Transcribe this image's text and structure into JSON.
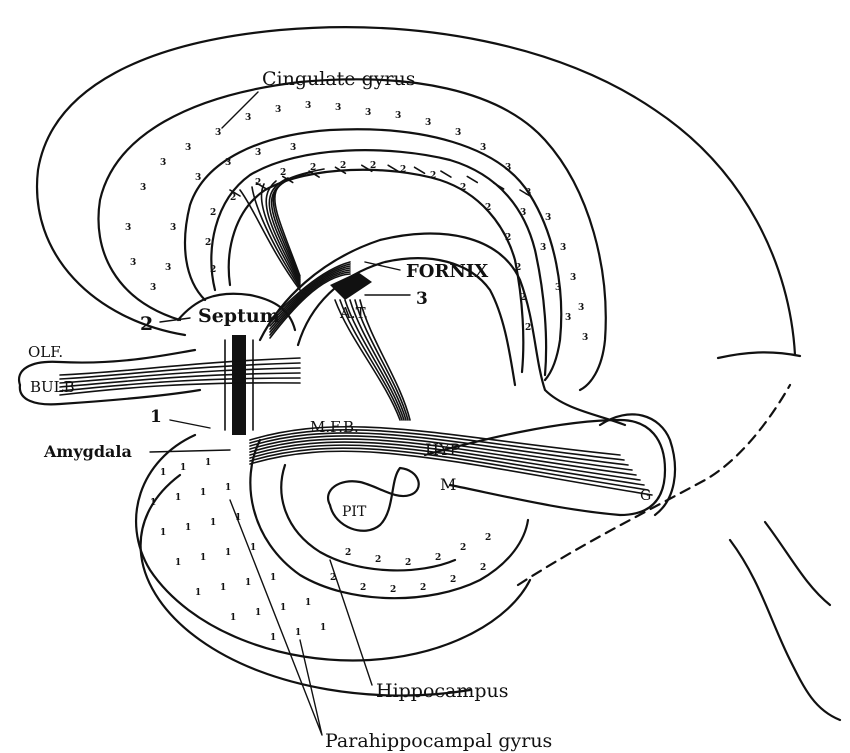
{
  "labels": {
    "cingulate": "Cingulate gyrus",
    "fornix": "FORNIX",
    "at": "A.T.",
    "three": "3",
    "two": "2",
    "septum": "Septum",
    "olf": "OLF.",
    "bulb": "BULB",
    "one": "1",
    "amygdala": "Amygdala",
    "mfb": "M.F.B.",
    "hyp": "HYP",
    "m": "M",
    "g": "G",
    "pit": "PIT",
    "hippocampus": "Hippocampus",
    "parahippocampal": "Parahippocampal gyrus"
  },
  "zone_markers": {
    "outer": "3",
    "middle": "2",
    "inner": "1"
  }
}
